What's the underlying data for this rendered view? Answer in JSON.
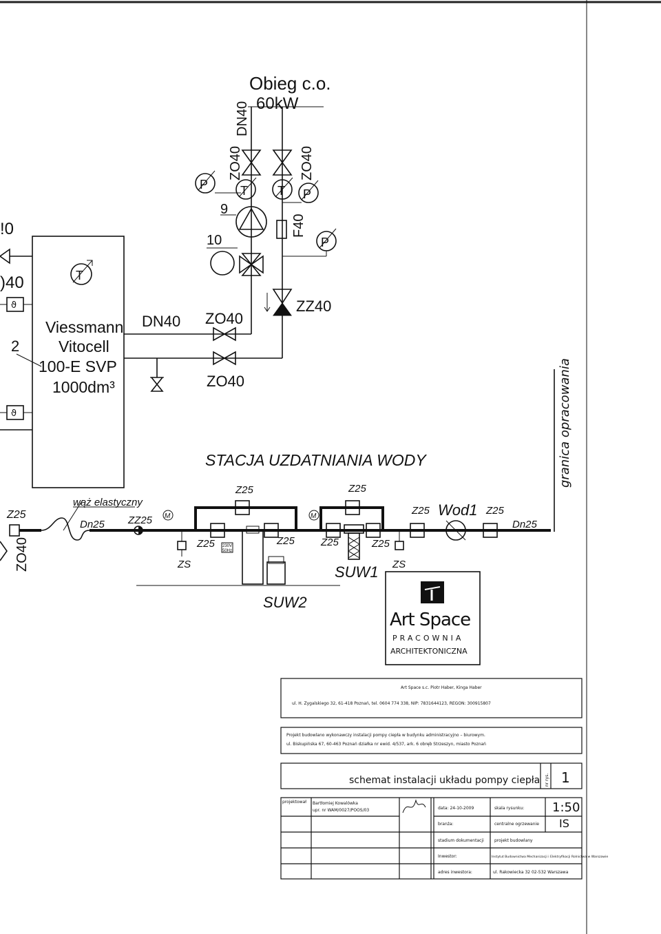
{
  "heating_circuit": {
    "title": "Obieg c.o.",
    "power": "60kW",
    "pipe": "DN40"
  },
  "labels": {
    "z040": "ZO40",
    "f40": "F40",
    "zz40": "ZZ40",
    "dn40": "DN40",
    "num9": "9",
    "num10": "10",
    "num2": "2",
    "edge0": "!0",
    "edge40": ")40",
    "p": "P",
    "t": "T",
    "v": "ϑ",
    "m": "M",
    "z25": "Z25",
    "zz25": "ZZ25",
    "zs": "ZS",
    "dn25": "Dn25",
    "waz": "wąż elastyczny",
    "wod1": "Wod1",
    "suw1": "SUW1",
    "suw2": "SUW2",
    "v230": "230V",
    "hz50": "50Hz"
  },
  "tank": {
    "line1": "Viessmann",
    "line2": "Vitocell",
    "line3": "100-E SVP",
    "line4": "1000dm³"
  },
  "station_title": "STACJA UZDATNIANIA WODY",
  "boundary_label": "granica opracowania",
  "logo": {
    "name": "Art Space",
    "sub1": "PRACOWNIA",
    "sub2": "ARCHITEKTONICZNA"
  },
  "company": {
    "line1": "Art Space s.c. Piotr Haber, Kinga Haber",
    "line2": "ul. H. Zygalskiego 32, 61-418 Poznań, tel. 0604 774 338, NIP: 7831644123, REGON: 300915807"
  },
  "project": {
    "line1": "Projekt budowlano wykonawczy instalacji pompy ciepła w budynku administracyjno – biurowym.",
    "line2": "ul. Biskupińska 67, 60-463 Poznań działka nr ewid. 4/537, ark. 6 obręb Strzeszyn, miasto Poznań"
  },
  "drawing": {
    "title": "schemat instalacji układu pompy ciepła",
    "nr_label": "nr rys.",
    "nr": "1"
  },
  "title_block": {
    "projektowal": "projektował",
    "designer": "Bartłomiej Kowalówka",
    "licence": "upr. nr WAM/0027/POOS/03",
    "data_label": "data: 24-10-2009",
    "skala_label": "skala rysunku:",
    "scale": "1:50",
    "branza_label": "branża:",
    "branza": "centralne ogrzewanie",
    "branza_code": "IS",
    "stadium_label": "stadium dokumentacji",
    "stadium": "projekt budowlany",
    "inwestor_label": "Inwestor:",
    "inwestor": "Instytut Budownictwa Mechanizacji i Elektryfikacji Rolnictwa w Warszawie",
    "adres_label": "adres inwestora:",
    "adres": "ul. Rakowiecka 32 02-532 Warszawa"
  }
}
